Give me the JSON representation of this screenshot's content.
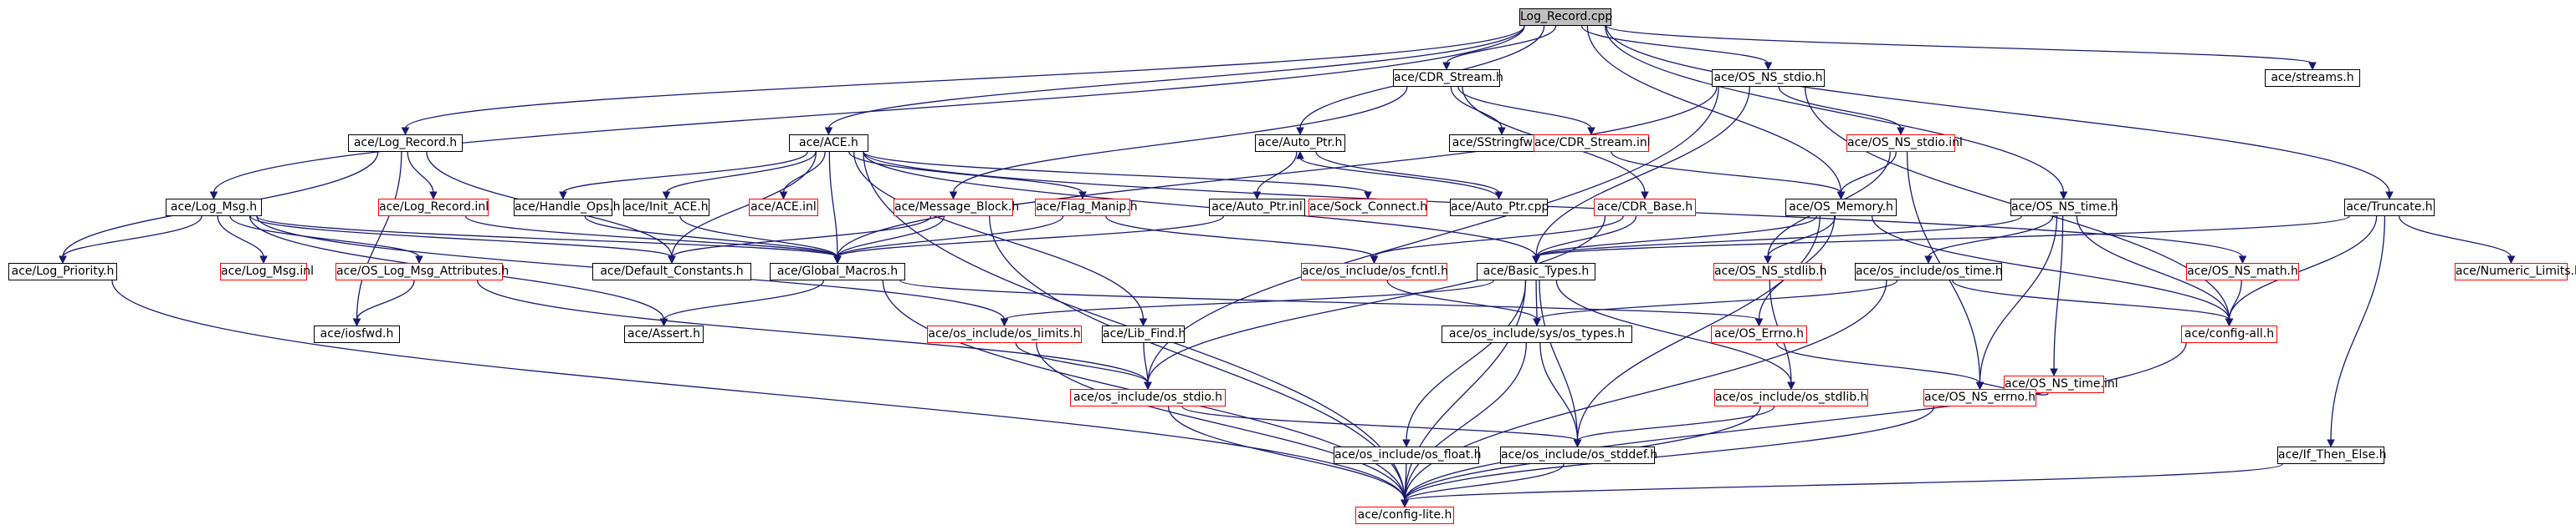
{
  "graph": {
    "edge_color": "#191970",
    "node_border_color": "#000000",
    "undocumented_node_border_color": "#ff0000",
    "root_fill_color": "#bfbfbf",
    "root": "Log_Record.cpp",
    "nodes": {
      "log_record_cpp": "Log_Record.cpp",
      "cdr_stream_h": "ace/CDR_Stream.h",
      "os_ns_stdio_h": "ace/OS_NS_stdio.h",
      "streams_h": "ace/streams.h",
      "log_record_h": "ace/Log_Record.h",
      "ace_h": "ace/ACE.h",
      "auto_ptr_h": "ace/Auto_Ptr.h",
      "sstringfwd_h": "ace/SStringfwd.h",
      "cdr_stream_inl": "ace/CDR_Stream.inl",
      "os_ns_stdio_inl": "ace/OS_NS_stdio.inl",
      "truncate_h": "ace/Truncate.h",
      "log_msg_h": "ace/Log_Msg.h",
      "log_record_inl": "ace/Log_Record.inl",
      "handle_ops_h": "ace/Handle_Ops.h",
      "init_ace_h": "ace/Init_ACE.h",
      "ace_inl": "ace/ACE.inl",
      "message_block_h": "ace/Message_Block.h",
      "flag_manip_h": "ace/Flag_Manip.h",
      "auto_ptr_inl": "ace/Auto_Ptr.inl",
      "sock_connect_h": "ace/Sock_Connect.h",
      "auto_ptr_cpp": "ace/Auto_Ptr.cpp",
      "cdr_base_h": "ace/CDR_Base.h",
      "os_memory_h": "ace/OS_Memory.h",
      "os_ns_time_h": "ace/OS_NS_time.h",
      "log_priority_h": "ace/Log_Priority.h",
      "log_msg_inl": "ace/Log_Msg.inl",
      "os_log_msg_attributes_h": "ace/OS_Log_Msg_Attributes.h",
      "default_constants_h": "ace/Default_Constants.h",
      "global_macros_h": "ace/Global_Macros.h",
      "os_fcntl_h": "ace/os_include/os_fcntl.h",
      "basic_types_h": "ace/Basic_Types.h",
      "os_ns_stdlib_h": "ace/OS_NS_stdlib.h",
      "os_time_h": "ace/os_include/os_time.h",
      "os_ns_math_h": "ace/OS_NS_math.h",
      "numeric_limits_h": "ace/Numeric_Limits.h",
      "iosfwd_h": "ace/iosfwd.h",
      "assert_h": "ace/Assert.h",
      "os_limits_h": "ace/os_include/os_limits.h",
      "lib_find_h": "ace/Lib_Find.h",
      "os_types_h": "ace/os_include/sys/os_types.h",
      "os_errno_h": "ace/OS_Errno.h",
      "config_all_h": "ace/config-all.h",
      "os_ns_time_inl": "ace/OS_NS_time.inl",
      "os_stdio_h": "ace/os_include/os_stdio.h",
      "os_stdlib_h": "ace/os_include/os_stdlib.h",
      "os_ns_errno_h": "ace/OS_NS_errno.h",
      "os_float_h": "ace/os_include/os_float.h",
      "os_stddef_h": "ace/os_include/os_stddef.h",
      "if_then_else_h": "ace/If_Then_Else.h",
      "config_lite_h": "ace/config-lite.h"
    }
  }
}
